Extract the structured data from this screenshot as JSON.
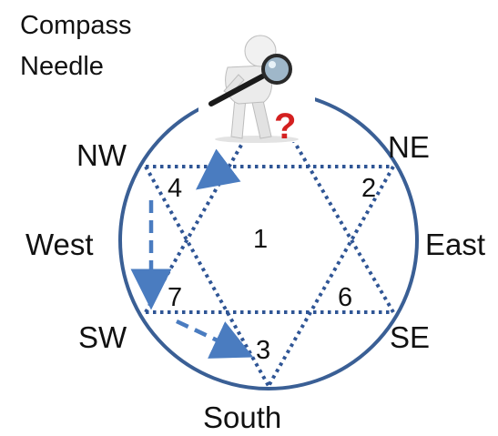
{
  "title": "Compass\nNeedle",
  "directions": {
    "nw": "NW",
    "ne": "NE",
    "west": "West",
    "east": "East",
    "sw": "SW",
    "se": "SE",
    "south": "South"
  },
  "regions": {
    "center": "1",
    "ne_point": "2",
    "south_point": "3",
    "nw_point": "4",
    "se_point": "6",
    "sw_point": "7"
  },
  "figure": {
    "icon": "person-with-magnifier-question-icon",
    "question_mark": "?"
  },
  "colors": {
    "circle": "#3a5f95",
    "star_lines": "#2f5595",
    "arrows": "#4a7cc0",
    "question": "#d42020",
    "text": "#111111"
  }
}
